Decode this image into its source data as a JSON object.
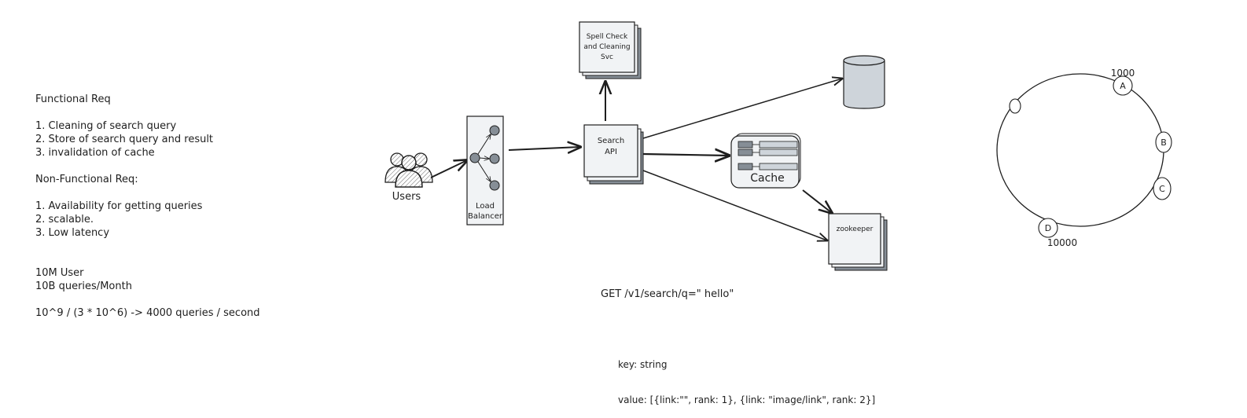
{
  "requirements": {
    "functional_title": "Functional Req",
    "functional": [
      "1. Cleaning of search query",
      "2. Store of search query and result",
      "3. invalidation of cache"
    ],
    "nonfunctional_title": "Non-Functional Req:",
    "nonfunctional": [
      "1. Availability for getting queries",
      "2. scalable.",
      "3. Low latency"
    ],
    "scale": [
      "10M User",
      "10B queries/Month"
    ],
    "estimate": "10^9 / (3 * 10^6) -> 4000 queries / second"
  },
  "diagram": {
    "users_label": "Users",
    "lb_label_1": "Load",
    "lb_label_2": "Balancer",
    "spell_label_1": "Spell Check",
    "spell_label_2": "and Cleaning",
    "spell_label_3": "Svc",
    "search_label_1": "Search",
    "search_label_2": "API",
    "cache_label": "Cache",
    "zookeeper_label": "zookeeper"
  },
  "api": {
    "request": "GET /v1/search/q=\" hello\"",
    "key_line": "key: string",
    "value_line": "value: [{link:\"\", rank: 1}, {link: \"image/link\", rank: 2}]"
  },
  "ring": {
    "a_label": "A",
    "a_value": "1000",
    "b_label": "B",
    "c_label": "C",
    "d_label": "D",
    "d_value": "10000"
  },
  "colors": {
    "ink": "#1e1e1e",
    "box_fill": "#f1f3f5",
    "shadow_fill": "#868e96",
    "db_fill": "#ced4da",
    "node_fill": "#868e96"
  }
}
